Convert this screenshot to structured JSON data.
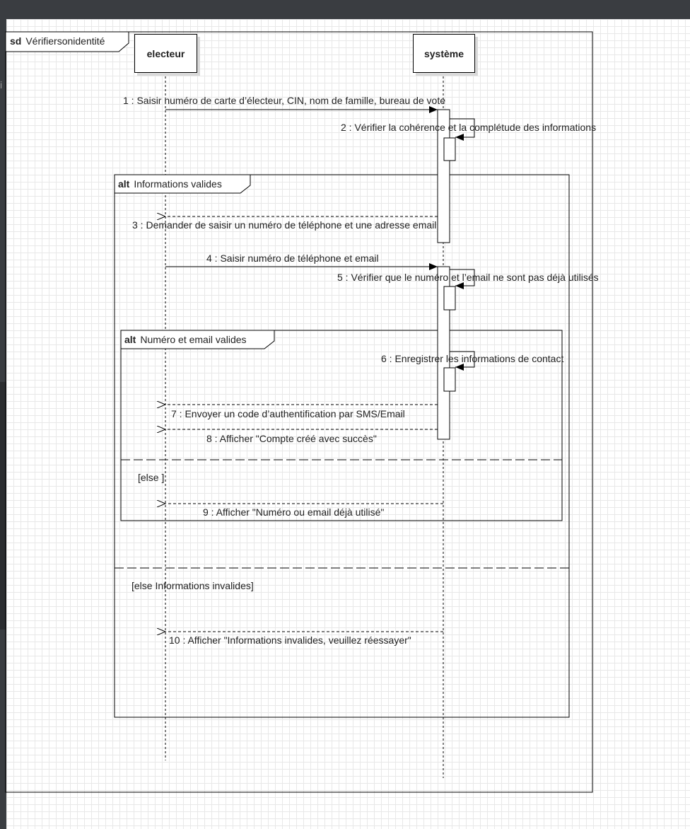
{
  "diagram": {
    "frame_keyword": "sd",
    "frame_name": "Vérifiersonidentité",
    "left_glyph": "i",
    "lifelines": {
      "actor": "electeur",
      "system": "système"
    },
    "fragments": {
      "outer": {
        "keyword": "alt",
        "condition": "Informations valides",
        "else_guard": "[else Informations invalides]"
      },
      "inner": {
        "keyword": "alt",
        "condition": "Numéro et email valides",
        "else_guard": "[else ]"
      }
    },
    "messages": [
      "1 : Saisir numéro de carte d’électeur, CIN, nom de famille, bureau de vote",
      "2 : Vérifier la cohérence et la complétude des informations",
      "3 : Demander de saisir un numéro de téléphone et une adresse email",
      "4 : Saisir numéro de téléphone et email",
      "5 : Vérifier que le numéro et l’email ne sont pas déjà utilisés",
      "6 : Enregistrer les informations de contact",
      "7 : Envoyer un code d’authentification par SMS/Email",
      "8 : Afficher \"Compte créé avec succès\"",
      "9 : Afficher \"Numéro ou email déjà utilisé\"",
      "10 : Afficher \"Informations invalides, veuillez réessayer\""
    ]
  }
}
